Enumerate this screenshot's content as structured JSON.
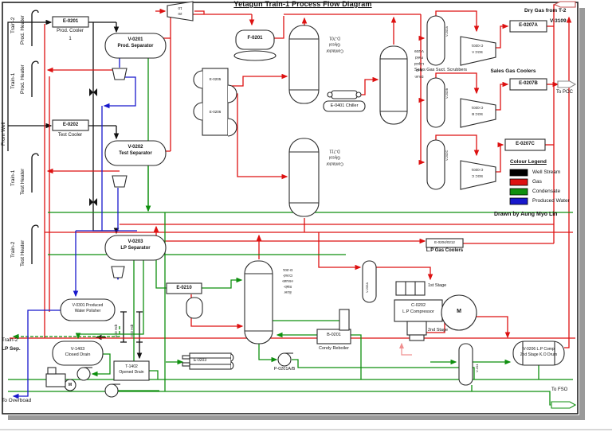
{
  "title": "Yetagun Train-1 Process Flow Diagram",
  "credit": "Drawn by Aung Myo Lin",
  "legend": {
    "title": "Colour Legend",
    "items": [
      {
        "label": "Well Stream",
        "color": "#000000"
      },
      {
        "label": "Gas",
        "color": "#dd1111"
      },
      {
        "label": "Condensate",
        "color": "#0f8f0f"
      },
      {
        "label": "Produced Water",
        "color": "#1818cc"
      }
    ]
  },
  "streams": {
    "from_well": "From Well",
    "dry_gas_from_t2": "Dry Gas from T-2",
    "v3109": "V-3109",
    "to_poc": "To POC",
    "to_fso": "To FSO",
    "to_overboard": "To Overboad",
    "train2_lp_sep": [
      "Train-2",
      "LP Sep."
    ]
  },
  "headers": {
    "train2_prod": [
      "Train-2",
      "Prod. Heater"
    ],
    "train1_prod": [
      "Train-1",
      "Prod. Heater"
    ],
    "train1_test": [
      "Train-1",
      "Test Heater"
    ],
    "train2_test": [
      "Train-2",
      "Test Heater"
    ],
    "cd": "C.D Hdr",
    "od": "O.D Hdr"
  },
  "equipment": {
    "e0201": {
      "tag": "E-0201",
      "name": "Prod. Cooler",
      "unit": "1"
    },
    "v0201": {
      "tag": "V-0201",
      "name": "Prod. Separator"
    },
    "e0202": {
      "tag": "E-0202",
      "name": "Test Cooler"
    },
    "v0202": {
      "tag": "V-0202",
      "name": "Test Separator"
    },
    "v0203": {
      "tag": "V-0203",
      "name": "LP Separator"
    },
    "v0301": {
      "line1": "V-0301 Produced",
      "line2": "Water Polisher"
    },
    "v1403": {
      "tag": "V-1403",
      "name": "Closed Drain"
    },
    "t1402": {
      "tag": "T-1402",
      "name": "Opened Drain"
    },
    "e0210": {
      "tag": "E-0210"
    },
    "e0203": {
      "tag": "E-0203"
    },
    "d201": {
      "lines": [
        "D-201",
        "Cond-",
        "ensate",
        "Stab-",
        "ilizer"
      ]
    },
    "b0201": {
      "tag": "B-0201",
      "name": "Condy Reboiler"
    },
    "p0201": {
      "tag": "P-0201A/B"
    },
    "e0205": {
      "tag": "E-0205"
    },
    "e0206": {
      "tag": "E-0206"
    },
    "f0201": {
      "tag": "F-0201"
    },
    "d701": {
      "lines": [
        "D-701",
        "Glycol",
        "Contactor"
      ]
    },
    "d711": {
      "lines": [
        "D-711",
        "Glycol",
        "Contactor"
      ]
    },
    "e0401": {
      "tag": "E-0401 Chiller"
    },
    "v209": {
      "lines": [
        "V-209",
        "Field",
        "Liquid",
        "K.O",
        "Drum"
      ]
    },
    "scrubbers": {
      "caption": "Sales Gas Suct. Scrubbers",
      "tags": [
        "V-202A",
        "V-202B",
        "V-202C"
      ]
    },
    "compressors": {
      "a": [
        "C-0201",
        "SGC A"
      ],
      "b": [
        "C-0201",
        "SGC B"
      ],
      "c": [
        "C-0201",
        "SGC C"
      ]
    },
    "k_comp": {
      "lines": [
        "10",
        "20"
      ]
    },
    "coolers": {
      "caption": "Sales Gas Coolers",
      "a": "E-0207A",
      "b": "E-0207B",
      "c": "E-0207C"
    },
    "e0204": {
      "tag": "E-0204/0212",
      "caption": "L.P Gas Coolers"
    },
    "v205a": {
      "tag": "V-205A"
    },
    "c0202": {
      "tag": "C-0202",
      "name": "L.P Compressor",
      "stage1": "1st Stage",
      "stage2": "2nd Stage",
      "motor": "M"
    },
    "v204": {
      "tag": "V-204"
    },
    "v0206": {
      "line1": "V-0206 L.P Comp",
      "line2": "2nd Stage K.O Drum"
    },
    "pump_motor": "M"
  }
}
